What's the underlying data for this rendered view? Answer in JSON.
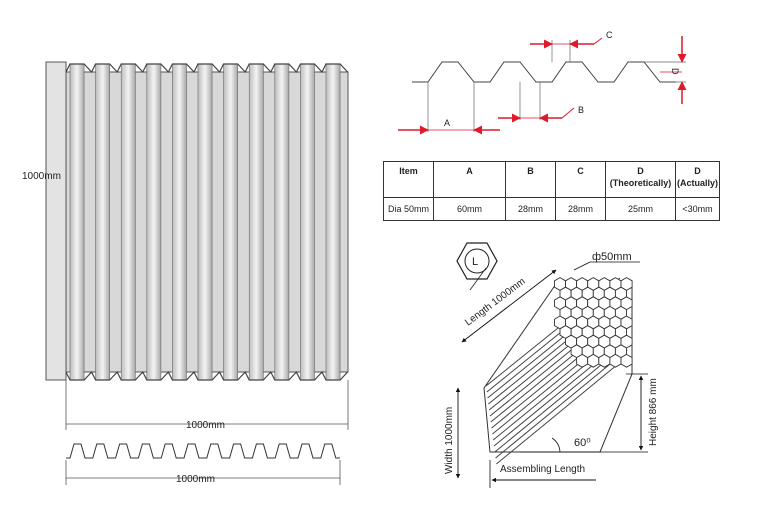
{
  "panel": {
    "dim_height": "1000mm",
    "dim_width": "1000mm",
    "profile_width": "1000mm"
  },
  "profile": {
    "label_a": "A",
    "label_b": "B",
    "label_c": "C",
    "label_d": "D"
  },
  "table": {
    "headers": [
      {
        "main": "Item",
        "sub": ""
      },
      {
        "main": "A",
        "sub": ""
      },
      {
        "main": "B",
        "sub": ""
      },
      {
        "main": "C",
        "sub": ""
      },
      {
        "main": "D",
        "sub": "(Theoretically)"
      },
      {
        "main": "D",
        "sub": "(Actually)"
      }
    ],
    "rows": [
      [
        "Dia 50mm",
        "60mm",
        "28mm",
        "28mm",
        "25mm",
        "<30mm"
      ]
    ]
  },
  "block": {
    "hex_label": "L",
    "dia": "ф50mm",
    "length": "Length 1000mm",
    "height": "Height 866 mm",
    "width": "Width 1000mm",
    "angle": "60⁰",
    "assembling": "Assembling Length"
  },
  "colors": {
    "arrow": "#e0192b",
    "label_green": "#3a9a3a",
    "line": "#333333"
  }
}
